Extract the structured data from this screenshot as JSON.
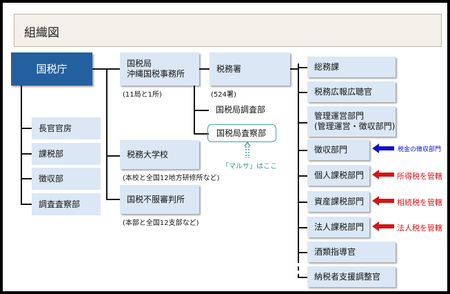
{
  "header": {
    "title": "組織図"
  },
  "org": {
    "root": "国税庁",
    "left_units": [
      "長官官房",
      "課税部",
      "徴収部",
      "調査査察部"
    ],
    "regional": {
      "label_line1": "国税局",
      "label_line2": "沖縄国税事務所",
      "note": "(11局と1所)"
    },
    "tax_office": {
      "label": "税務署",
      "note": "(524署)"
    },
    "bureau_investigation": "国税局調査部",
    "bureau_inspection": "国税局査察部",
    "maruza_note": "「マルサ」はここ",
    "college": {
      "label": "税務大学校",
      "note": "(本校と全国12地方研修所など)"
    },
    "tribunal": {
      "label": "国税不服審判所",
      "note": "(本部と全国12支部など)"
    },
    "sections": [
      {
        "line1": "総務課"
      },
      {
        "line1": "税務広報広聴官"
      },
      {
        "line1": "管理運営部門",
        "line2": "(管理運営・徴収部門)"
      },
      {
        "line1": "徴収部門"
      },
      {
        "line1": "個人課税部門"
      },
      {
        "line1": "資産課税部門"
      },
      {
        "line1": "法人課税部門"
      },
      {
        "line1": "酒類指導官"
      },
      {
        "line1": "納税者支援調整官"
      }
    ],
    "arrows": [
      {
        "text": "税金の徴収部門",
        "color": "#1010d0"
      },
      {
        "text": "所得税を管轄",
        "color": "#d41414"
      },
      {
        "text": "相続税を管轄",
        "color": "#d41414"
      },
      {
        "text": "法人税を管轄",
        "color": "#d41414"
      }
    ]
  }
}
